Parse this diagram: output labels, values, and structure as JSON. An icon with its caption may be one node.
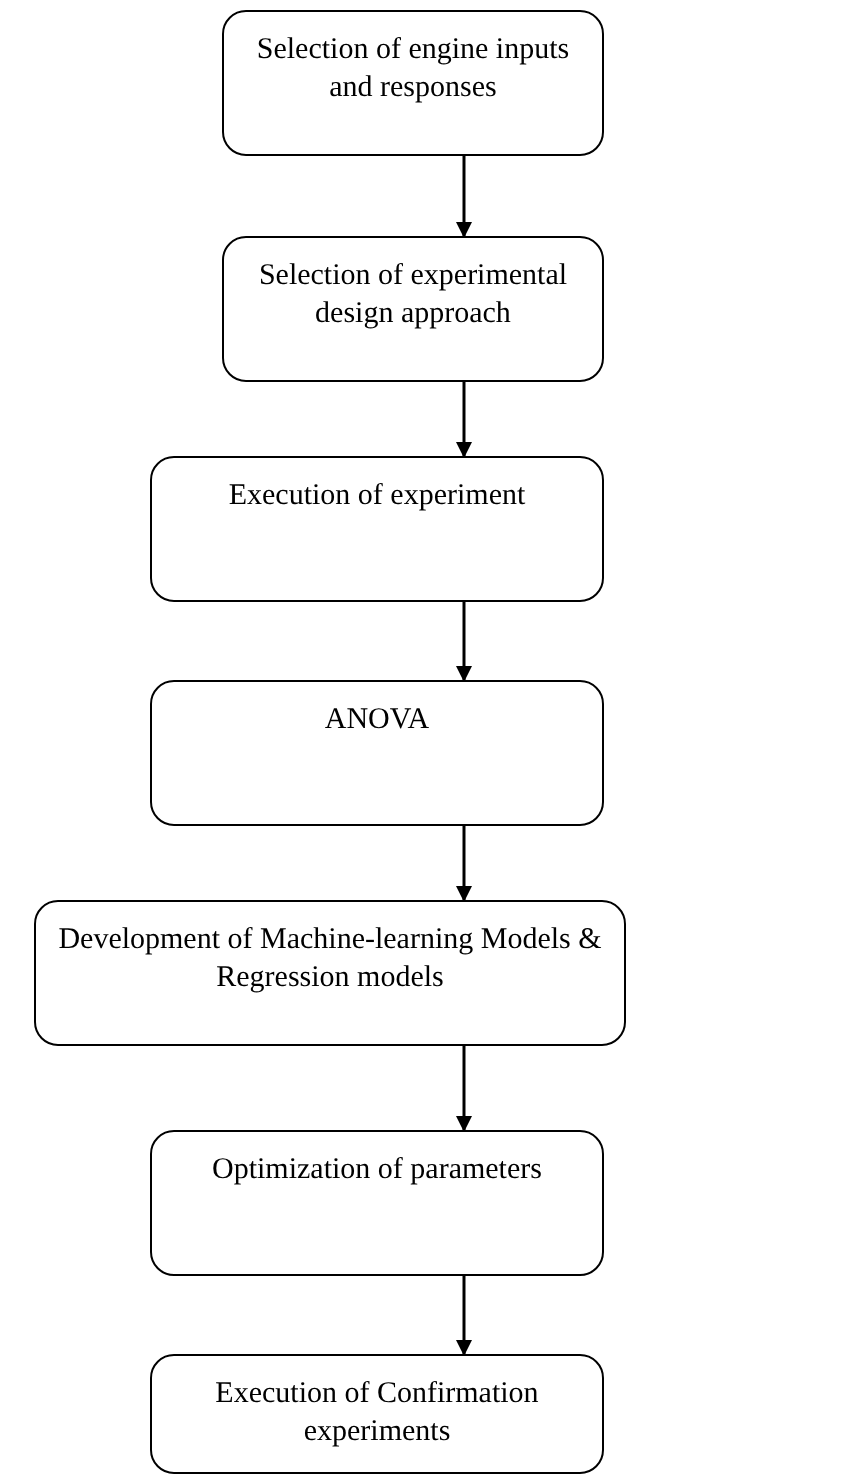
{
  "diagram": {
    "nodes": [
      {
        "text": [
          "Selection of engine inputs and responses"
        ]
      },
      {
        "text": [
          "Selection of experimental design approach"
        ]
      },
      {
        "text": [
          "Execution of experiment"
        ]
      },
      {
        "text": [
          "ANOVA"
        ]
      },
      {
        "text": [
          "Development of Machine-learning Models & Regression models"
        ]
      },
      {
        "text": [
          "Optimization of parameters"
        ]
      },
      {
        "text": [
          "Execution of Confirmation experiments"
        ]
      }
    ],
    "edges": [
      {
        "from": 0,
        "to": 1,
        "arrow": "to"
      },
      {
        "from": 1,
        "to": 2,
        "arrow": "to"
      },
      {
        "from": 2,
        "to": 3,
        "arrow": "to"
      },
      {
        "from": 3,
        "to": 4,
        "arrow": "to"
      },
      {
        "from": 4,
        "to": 5,
        "arrow": "to"
      },
      {
        "from": 5,
        "to": 6,
        "arrow": "to"
      }
    ]
  }
}
